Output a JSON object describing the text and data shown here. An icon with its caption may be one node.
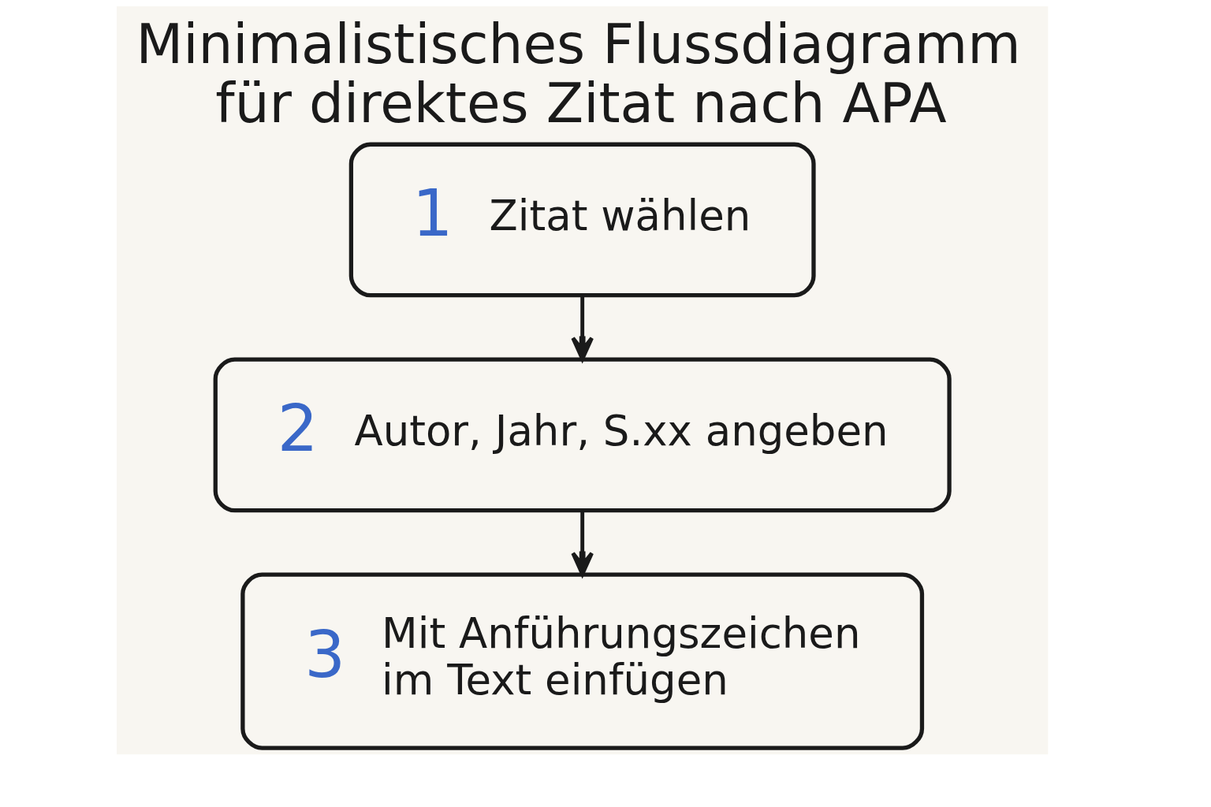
{
  "diagram": {
    "title": "Minimalistisches Flussdiagramm für direktes Zitat nach APA",
    "nodes": [
      {
        "text": [
          "1",
          "Zitat wählen"
        ]
      },
      {
        "text": [
          "2",
          "Autor, Jahr, S.xx angeben"
        ]
      },
      {
        "text": [
          "3",
          "Mit Anführungszeichen im Text einfügen"
        ]
      }
    ],
    "edges": [
      {
        "from": 0,
        "to": 1,
        "arrow": "to"
      },
      {
        "from": 1,
        "to": 2,
        "arrow": "to"
      }
    ]
  }
}
